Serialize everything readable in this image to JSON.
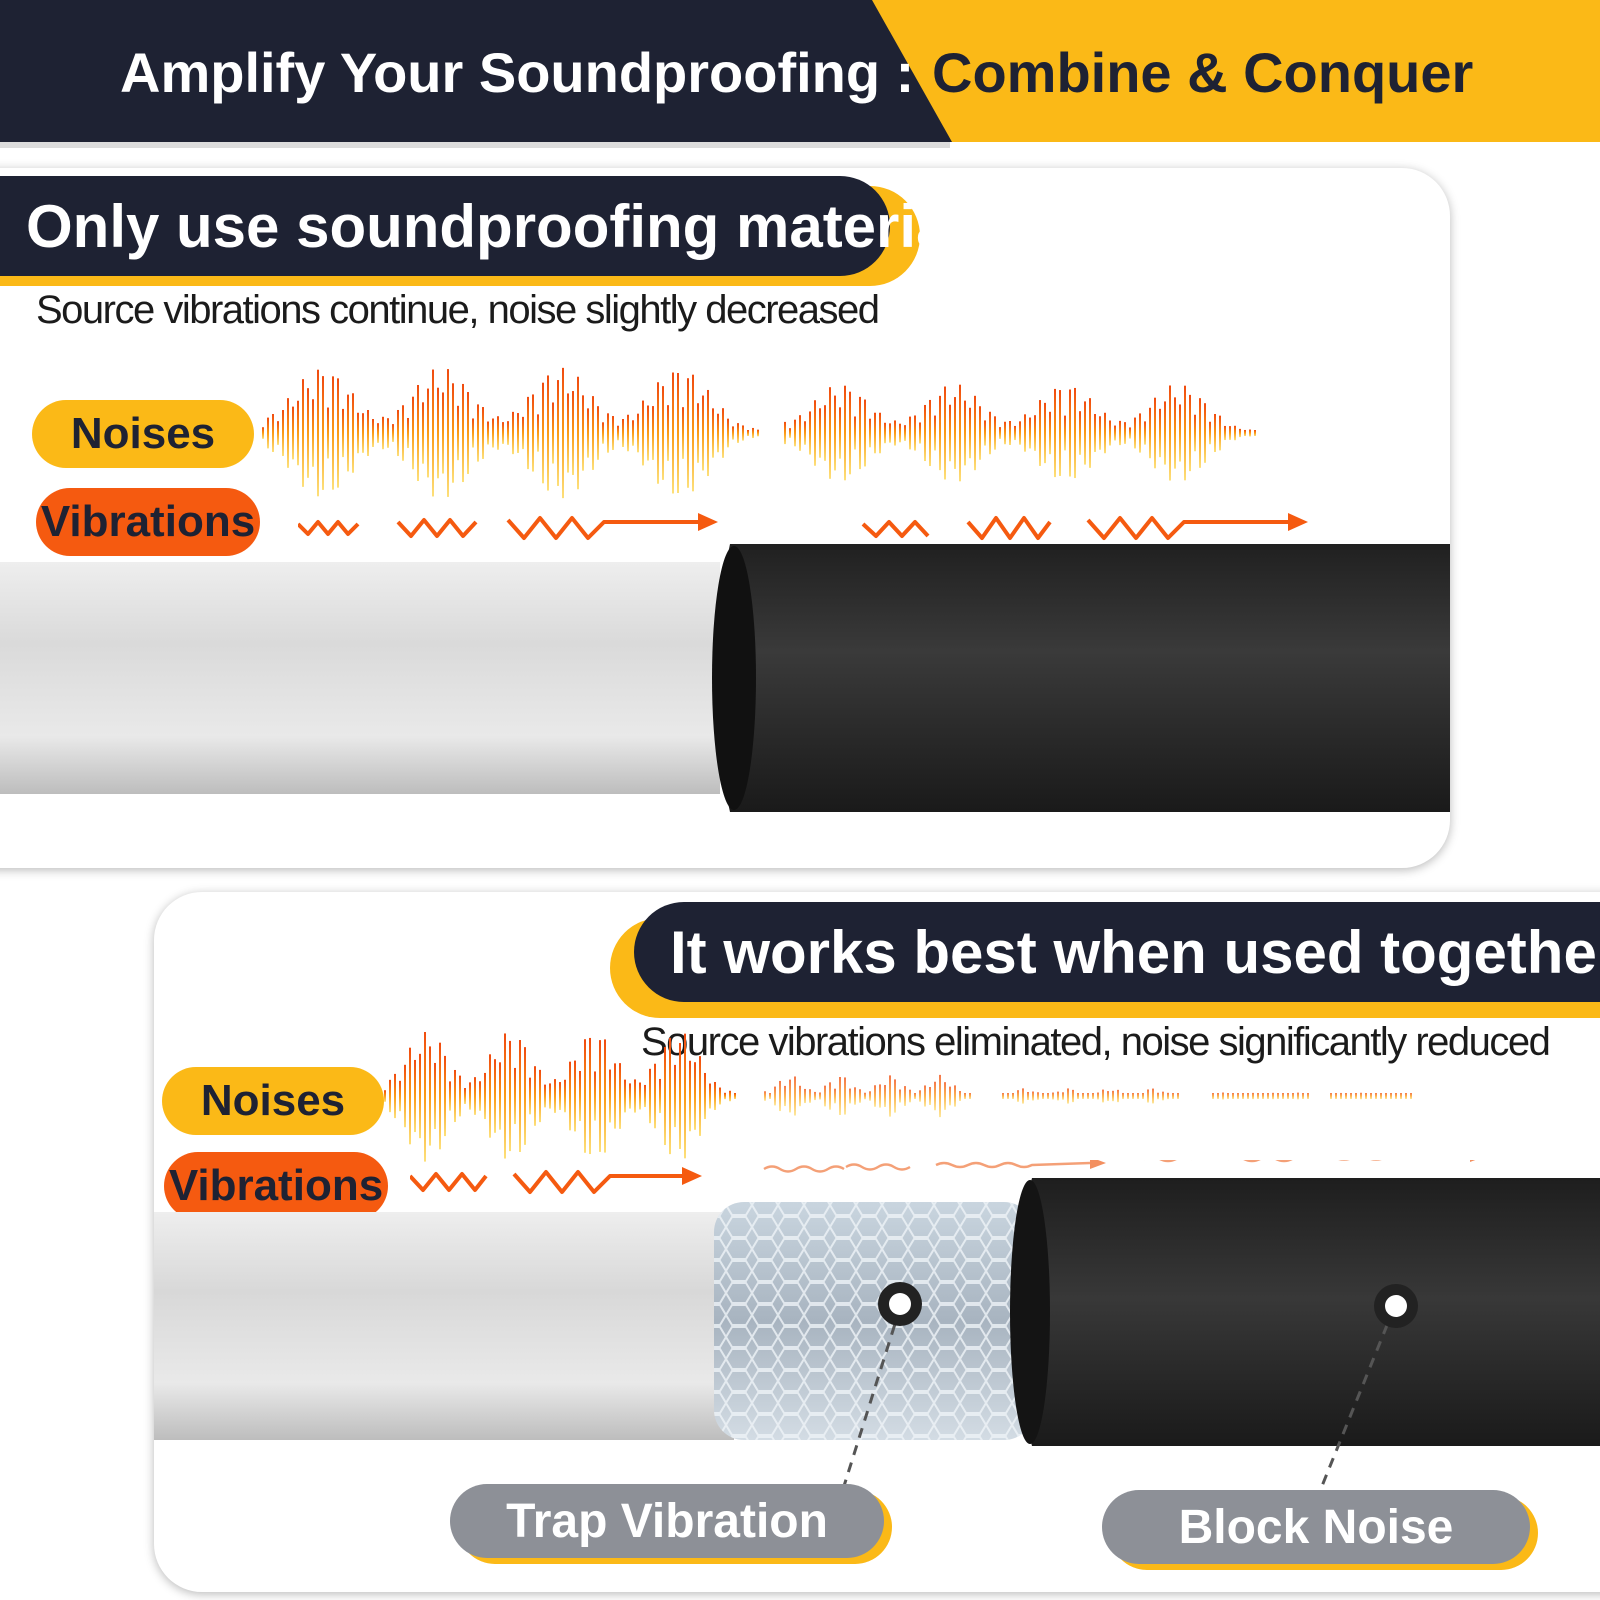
{
  "banner": {
    "title_left": "Amplify Your Soundproofing :",
    "title_right": "Combine & Conquer",
    "dark_color": "#1e2233",
    "accent_color": "#fbb917"
  },
  "panel_single": {
    "title": "Only use soundproofing material",
    "subtitle": "Source vibrations continue, noise slightly decreased",
    "tags": {
      "noises": "Noises",
      "vibrations": "Vibrations"
    }
  },
  "panel_combined": {
    "title": "It works best when used together",
    "subtitle": "Source vibrations eliminated, noise significantly reduced",
    "tags": {
      "noises": "Noises",
      "vibrations": "Vibrations"
    },
    "labels": {
      "trap": "Trap Vibration",
      "block": "Block Noise"
    }
  },
  "colors": {
    "noise_tag": "#fbb917",
    "vibration_tag": "#f55a10",
    "label_pill": "#8d9097",
    "foam": "#2a2a2a",
    "pipe": "#e2e2e2"
  },
  "icons": [
    "sound-wave-icon",
    "vibration-arrow-icon",
    "callout-dot-icon"
  ]
}
